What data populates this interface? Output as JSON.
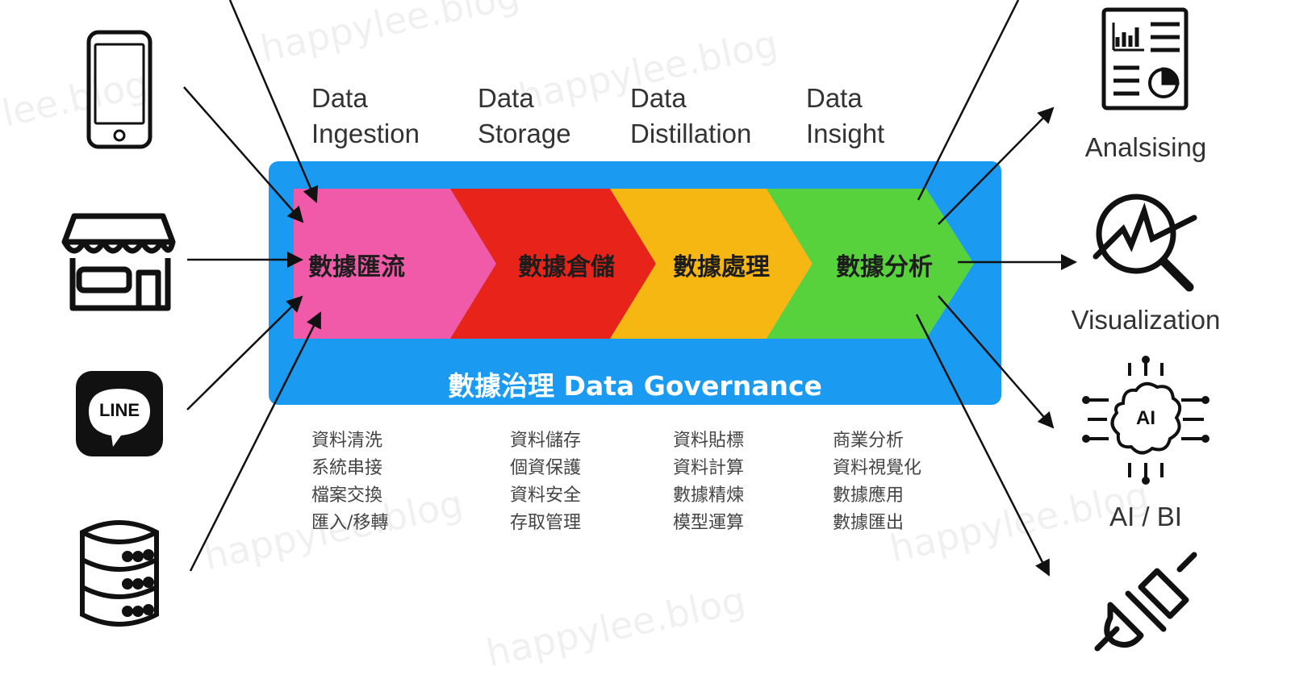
{
  "watermark_text": "happylee.blog",
  "stages": [
    {
      "line1": "Data",
      "line2": "Ingestion",
      "zh": "數據匯流",
      "color": "#f05aa8",
      "tasks": [
        "資料清洗",
        "系統串接",
        "檔案交換",
        "匯入/移轉"
      ]
    },
    {
      "line1": "Data",
      "line2": "Storage",
      "zh": "數據倉儲",
      "color": "#e8241a",
      "tasks": [
        "資料儲存",
        "個資保護",
        "資料安全",
        "存取管理"
      ]
    },
    {
      "line1": "Data",
      "line2": "Distillation",
      "zh": "數據處理",
      "color": "#f7b712",
      "tasks": [
        "資料貼標",
        "資料計算",
        "數據精煉",
        "模型運算"
      ]
    },
    {
      "line1": "Data",
      "line2": "Insight",
      "zh": "數據分析",
      "color": "#58d23c",
      "tasks": [
        "商業分析",
        "資料視覺化",
        "數據應用",
        "數據匯出"
      ]
    }
  ],
  "governance": "數據治理 Data Governance",
  "governance_color": "#1a9af0",
  "sources": [
    {
      "icon": "smartphone-icon"
    },
    {
      "icon": "storefront-icon"
    },
    {
      "icon": "line-app-icon",
      "label": "LINE"
    },
    {
      "icon": "database-icon"
    }
  ],
  "outputs": [
    {
      "icon": "report-icon",
      "label": "Analsising"
    },
    {
      "icon": "magnifier-chart-icon",
      "label": "Visualization"
    },
    {
      "icon": "ai-brain-chip-icon",
      "label": "AI / BI",
      "badge": "AI"
    },
    {
      "icon": "plug-icon"
    }
  ]
}
